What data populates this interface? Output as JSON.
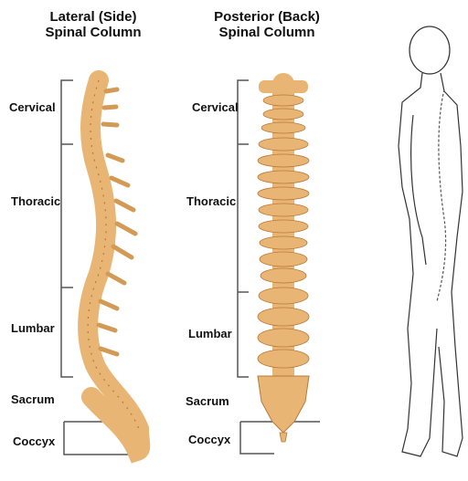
{
  "lateral": {
    "title_line1": "Lateral (Side)",
    "title_line2": "Spinal Column",
    "labels": {
      "cervical": "Cervical",
      "thoracic": "Thoracic",
      "lumbar": "Lumbar",
      "sacrum": "Sacrum",
      "coccyx": "Coccyx"
    }
  },
  "posterior": {
    "title_line1": "Posterior (Back)",
    "title_line2": "Spinal Column",
    "labels": {
      "cervical": "Cervical",
      "thoracic": "Thoracic",
      "lumbar": "Lumbar",
      "sacrum": "Sacrum",
      "coccyx": "Coccyx"
    }
  },
  "colors": {
    "bone": "#e9b574",
    "bone_dark": "#b8793a",
    "bracket": "#555555",
    "outline": "#333333"
  }
}
